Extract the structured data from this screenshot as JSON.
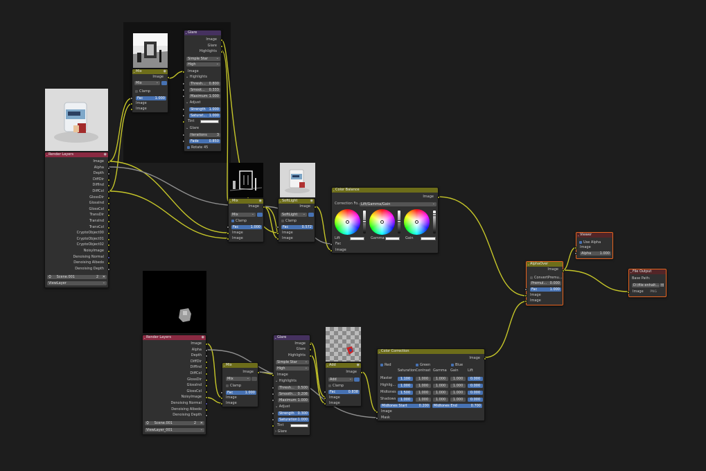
{
  "editor": {
    "name": "Compositor node editor"
  },
  "colors": {
    "image_header": "#8a2a42",
    "mix_header": "#6d6d1a",
    "filter_header": "#45315f",
    "output_header": "#532527",
    "socket_color": "#c7c729",
    "socket_value": "#a1a1a1",
    "socket_vector": "#6363c7",
    "selected_outline": "#e8641f",
    "field_blue": "#4772b3"
  },
  "rl1": {
    "title": "Render Layers",
    "outputs": [
      "Image",
      "Alpha",
      "Depth",
      "DiffDir",
      "DiffInd",
      "DiffCol",
      "GlossDir",
      "GlossInd",
      "GlossCol",
      "TransDir",
      "TransInd",
      "TransCol",
      "CryptoObject00",
      "CryptoObject01",
      "CryptoObject02",
      "NoisyImage",
      "Denoising Normal",
      "Denoising Albedo",
      "Denoising Depth"
    ],
    "scene": "Scene.001",
    "scene_users": "2",
    "view_layer": "ViewLayer"
  },
  "rl2": {
    "title": "Render Layers",
    "outputs": [
      "Image",
      "Alpha",
      "Depth",
      "DiffDir",
      "DiffInd",
      "DiffCol",
      "GlossDir",
      "GlossInd",
      "GlossCol",
      "NoisyImage",
      "Denoising Normal",
      "Denoising Albedo",
      "Denoising Depth"
    ],
    "scene": "Scene.001",
    "scene_users": "2",
    "view_layer": "ViewLayer_001"
  },
  "mix1": {
    "title": "Mix",
    "out": "Image",
    "blend": "Mix",
    "clamp": "Clamp",
    "fac_label": "Fac",
    "fac": "1.000",
    "in1": "Image",
    "in2": "Image"
  },
  "glare1": {
    "title": "Glare",
    "outs": [
      "Image",
      "Glare",
      "Highlights"
    ],
    "type": "Simple Star",
    "quality": "High",
    "in_image": "Image",
    "hl_panel": "Highlights",
    "thresh_label": "Thresh...",
    "thresh": "0.800",
    "smooth_label": "Smoot...",
    "smooth": "0.333",
    "max_label": "Maximum",
    "max": "1.000",
    "adj_panel": "Adjust",
    "strength_label": "Strength",
    "strength": "1.000",
    "sat_label": "Saturat...",
    "sat": "1.000",
    "tint_label": "Tint",
    "glare_panel": "Glare",
    "iter_label": "Iterations",
    "iter": "3",
    "fade_label": "Fade",
    "fade": "0.850",
    "rotate": "Rotate 45"
  },
  "mix2": {
    "title": "Mix",
    "out": "Image",
    "blend": "Mix",
    "clamp": "Clamp",
    "fac_label": "Fac",
    "fac": "1.000",
    "in1": "Image",
    "in2": "Image"
  },
  "soft": {
    "title": "SoftLight",
    "out": "Image",
    "blend": "SoftLight",
    "clamp": "Clamp",
    "fac_label": "Fac",
    "fac": "0.572",
    "in1": "Image",
    "in2": "Image"
  },
  "cbal": {
    "title": "Color Balance",
    "out": "Image",
    "mode_label": "Correction Fo...",
    "mode": "Lift/Gamma/Gain",
    "lift": "Lift",
    "gamma": "Gamma",
    "gain": "Gain",
    "fac": "Fac",
    "in": "Image"
  },
  "aover": {
    "title": "AlphaOver",
    "out": "Image",
    "convert": "ConvertPremu...",
    "premul_label": "Premul...",
    "premul": "0.000",
    "fac_label": "Fac",
    "fac": "1.000",
    "in1": "Image",
    "in2": "Image"
  },
  "viewer": {
    "title": "Viewer",
    "use_alpha": "Use Alpha",
    "in_image": "Image",
    "alpha_label": "Alpha",
    "alpha": "1.000"
  },
  "fout": {
    "title": "File Output",
    "base_label": "Base Path:",
    "path": "D:\\file enhalt...",
    "in_image": "Image",
    "fmt": "PNG"
  },
  "mix3": {
    "title": "Mix",
    "out": "Image",
    "blend": "Mix",
    "clamp": "Clamp",
    "fac_label": "Fac",
    "fac": "1.000",
    "in1": "Image",
    "in2": "Image"
  },
  "glare2": {
    "title": "Glare",
    "outs": [
      "Image",
      "Glare",
      "Highlights"
    ],
    "type": "Simple Star",
    "quality": "High",
    "in_image": "Image",
    "hl_panel": "Highlights",
    "thresh_label": "Thresh...",
    "thresh": "0.500",
    "smooth_label": "Smooth...",
    "smooth": "0.208",
    "max_label": "Maximum",
    "max": "1.000",
    "adj_panel": "Adjust",
    "strength_label": "Strength",
    "strength": "0.300",
    "sat_label": "Saturation",
    "sat": "1.000",
    "tint_label": "Tint",
    "glare_panel": "Glare"
  },
  "add": {
    "title": "Add",
    "out": "Image",
    "blend": "Add",
    "clamp": "Clamp",
    "fac_label": "Fac",
    "fac": "0.838",
    "in1": "Image",
    "in2": "Image"
  },
  "ccor": {
    "title": "Color Correction",
    "out": "Image",
    "red": "Red",
    "green": "Green",
    "blue": "Blue",
    "cols": [
      "Saturation",
      "Contrast",
      "Gamma",
      "Gain",
      "Lift"
    ],
    "rows": [
      {
        "label": "Master",
        "vals": [
          "1.100",
          "1.000",
          "1.000",
          "1.000",
          "0.000"
        ]
      },
      {
        "label": "Highlig...",
        "vals": [
          "1.000",
          "1.000",
          "1.000",
          "1.000",
          "0.000"
        ]
      },
      {
        "label": "Midtones",
        "vals": [
          "1.500",
          "1.000",
          "1.000",
          "1.000",
          "0.000"
        ]
      },
      {
        "label": "Shadows",
        "vals": [
          "1.000",
          "1.000",
          "1.000",
          "1.000",
          "0.000"
        ]
      }
    ],
    "ms_label": "Midtones Start",
    "ms": "0.200",
    "me_label": "Midtones End",
    "me": "0.700",
    "in_image": "Image",
    "in_mask": "Mask"
  }
}
